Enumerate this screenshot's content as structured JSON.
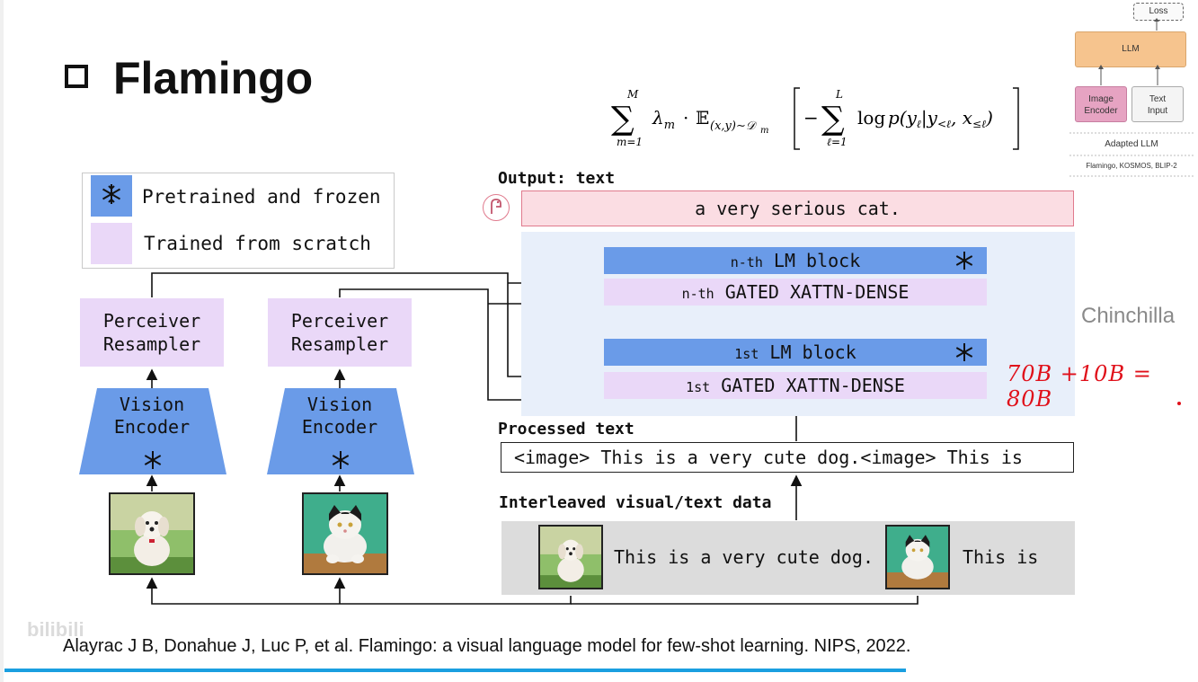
{
  "title": "Flamingo",
  "formula": {
    "sum_top": "M",
    "sum_bottom": "m=1",
    "inner_sum_top": "L",
    "inner_sum_bottom": "ℓ=1"
  },
  "mini_diagram": {
    "loss": "Loss",
    "llm": "LLM",
    "image_encoder_line1": "Image",
    "image_encoder_line2": "Encoder",
    "text_input_line1": "Text",
    "text_input_line2": "Input",
    "adapted": "Adapted LLM",
    "models": "Flamingo, KOSMOS, BLIP-2",
    "colors": {
      "llm": "#f6c48e",
      "image_encoder": "#e6a3c2"
    }
  },
  "legend": {
    "frozen": "Pretrained and frozen",
    "scratch": "Trained from scratch",
    "colors": {
      "frozen": "#6a9be8",
      "scratch": "#ead8f8"
    }
  },
  "perceiver": {
    "line1": "Perceiver",
    "line2": "Resampler"
  },
  "vision_encoder": {
    "line1": "Vision",
    "line2": "Encoder"
  },
  "output": {
    "label": "Output: text",
    "text": "a very serious cat."
  },
  "stack": {
    "lm_n_prefix": "n-th",
    "lm_n": "LM block",
    "xattn_n_prefix": "n-th",
    "xattn_n": "GATED XATTN-DENSE",
    "lm_1_prefix": "1st",
    "lm_1": "LM block",
    "xattn_1_prefix": "1st",
    "xattn_1": "GATED XATTN-DENSE"
  },
  "processed": {
    "label": "Processed text",
    "text": "<image> This is a very cute dog.<image> This is"
  },
  "interleaved": {
    "label": "Interleaved visual/text data",
    "text1": "This is a very cute dog.",
    "text2": "This is"
  },
  "side_note": "Chinchilla",
  "handwriting": "70B +10B = 80B",
  "citation": "Alayrac J B, Donahue J, Luc P, et al. Flamingo: a visual language model for few-shot learning. NIPS, 2022.",
  "watermark": "bilibili"
}
